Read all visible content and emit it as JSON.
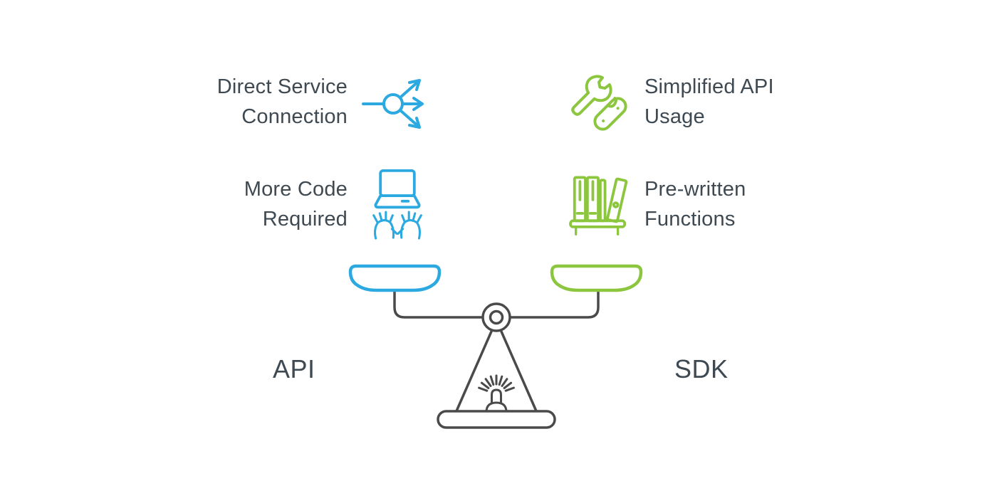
{
  "colors": {
    "api_blue": "#2ba9e0",
    "sdk_green": "#8cc63f",
    "scale_gray": "#4a4a4a",
    "text_dark": "#3e4952"
  },
  "api_side": {
    "label": "API",
    "features": [
      {
        "line1": "Direct Service",
        "line2": "Connection",
        "icon": "share-network-icon"
      },
      {
        "line1": "More Code",
        "line2": "Required",
        "icon": "laptop-typing-icon"
      }
    ]
  },
  "sdk_side": {
    "label": "SDK",
    "features": [
      {
        "line1": "Simplified API",
        "line2": "Usage",
        "icon": "wrench-tools-icon"
      },
      {
        "line1": "Pre-written",
        "line2": "Functions",
        "icon": "bookshelf-icon"
      }
    ]
  }
}
